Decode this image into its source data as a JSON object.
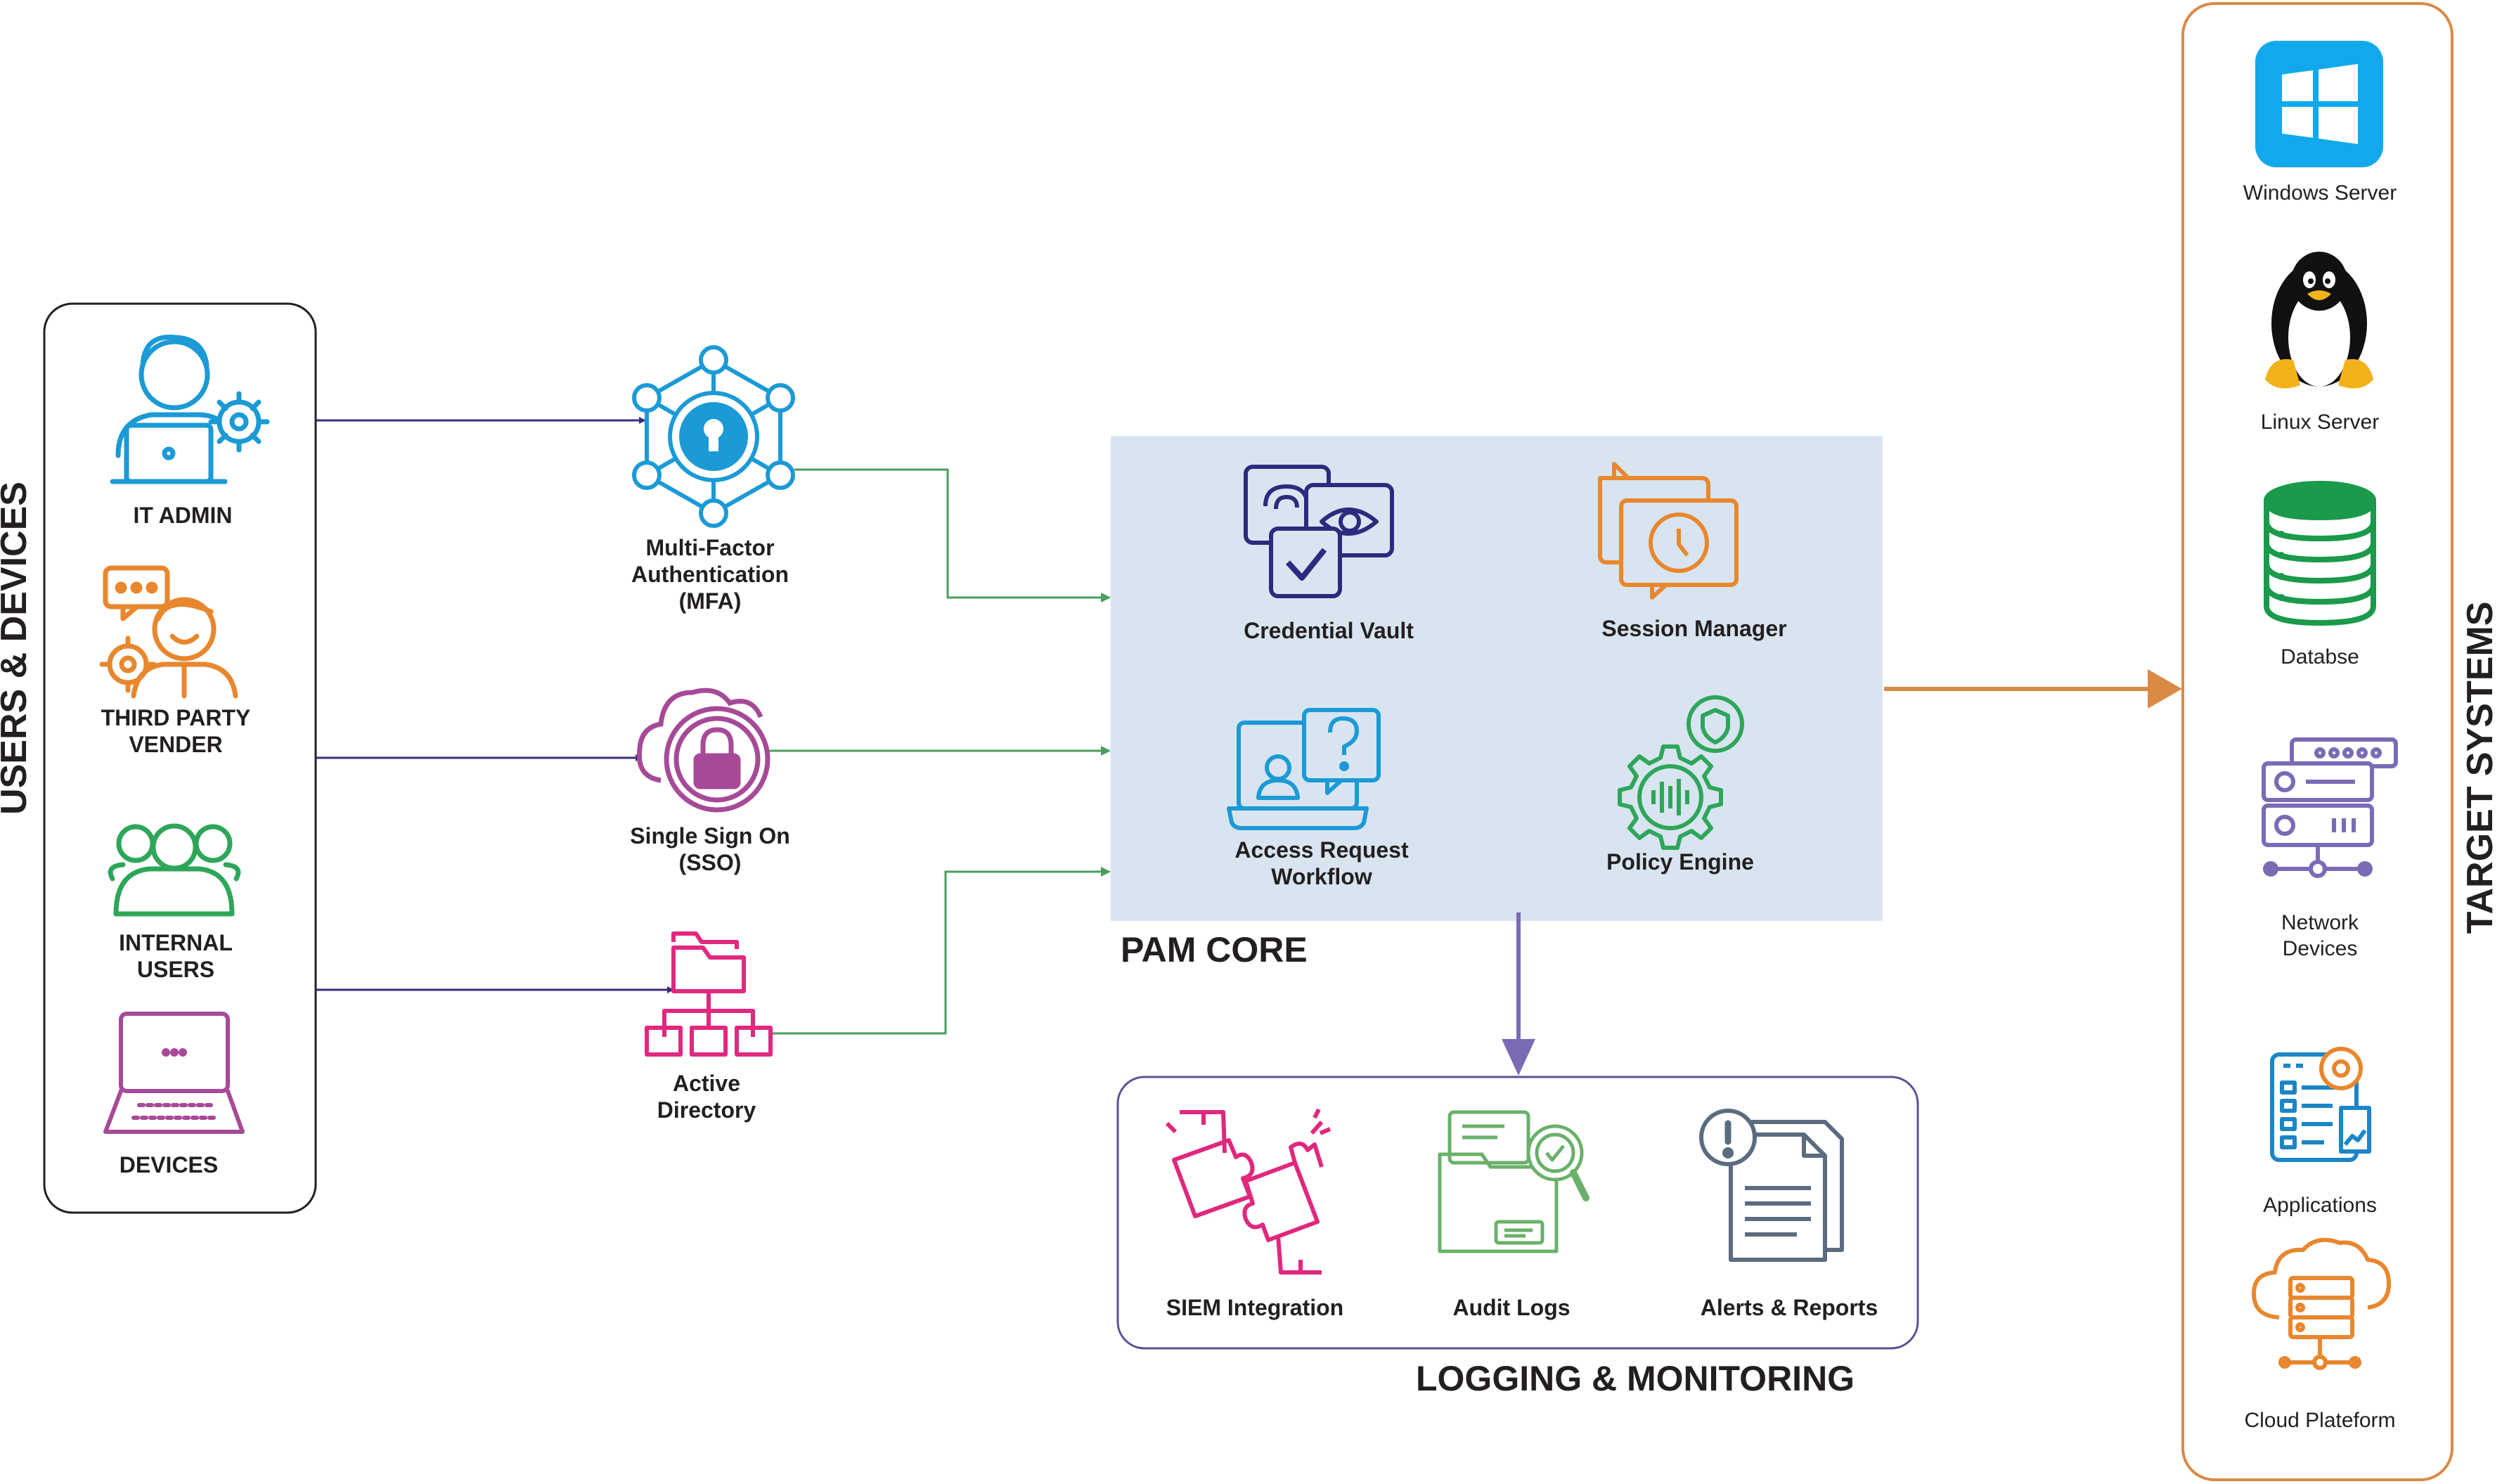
{
  "users": {
    "title": "USERS & DEVICES",
    "it_admin": "IT ADMIN",
    "third_party": [
      "THIRD PARTY",
      "VENDER"
    ],
    "internal_users": [
      "INTERNAL",
      "USERS"
    ],
    "devices": "DEVICES"
  },
  "auth": {
    "mfa": [
      "Multi-Factor",
      "Authentication",
      "(MFA)"
    ],
    "sso": [
      "Single Sign On",
      "(SSO)"
    ],
    "ad": [
      "Active",
      "Directory"
    ]
  },
  "pam_core": {
    "title": "PAM CORE",
    "credential_vault": "Credential Vault",
    "session_manager": "Session Manager",
    "access_request": [
      "Access Request",
      "Workflow"
    ],
    "policy_engine": "Policy Engine"
  },
  "logging": {
    "title": "LOGGING & MONITORING",
    "siem": "SIEM Integration",
    "audit_logs": "Audit Logs",
    "alerts": "Alerts & Reports"
  },
  "targets": {
    "title": "TARGET SYSTEMS",
    "windows": "Windows Server",
    "linux": "Linux Server",
    "database": "Databse",
    "network": [
      "Network",
      "Devices"
    ],
    "applications": "Applications",
    "cloud": "Cloud Plateform"
  },
  "colors": {
    "navy": "#3b2d7e",
    "green": "#4a9e5c",
    "orange": "#d98a45",
    "purple": "#7b6bb5",
    "blue": "#1b9ad6",
    "pam_bg": "#d8e4ef"
  }
}
